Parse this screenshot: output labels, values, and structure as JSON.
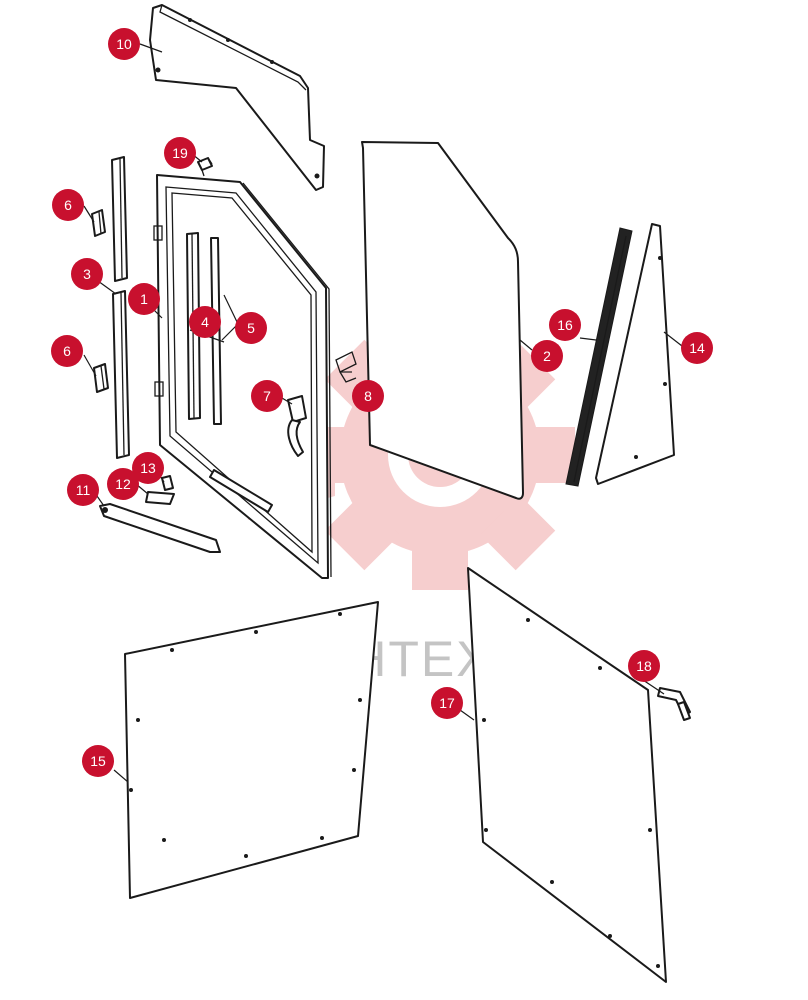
{
  "watermark": {
    "text": "ИНТЕХ",
    "gear_color": "#f5c6c6",
    "text_color": "#c4c4c4"
  },
  "callout_color": "#c8102e",
  "callouts": [
    {
      "id": "c10",
      "label": "10"
    },
    {
      "id": "c19",
      "label": "19"
    },
    {
      "id": "c6a",
      "label": "6"
    },
    {
      "id": "c3",
      "label": "3"
    },
    {
      "id": "c1",
      "label": "1"
    },
    {
      "id": "c4",
      "label": "4"
    },
    {
      "id": "c5",
      "label": "5"
    },
    {
      "id": "c6b",
      "label": "6"
    },
    {
      "id": "c7",
      "label": "7"
    },
    {
      "id": "c8",
      "label": "8"
    },
    {
      "id": "c2",
      "label": "2"
    },
    {
      "id": "c16",
      "label": "16"
    },
    {
      "id": "c14",
      "label": "14"
    },
    {
      "id": "c11",
      "label": "11"
    },
    {
      "id": "c12",
      "label": "12"
    },
    {
      "id": "c13",
      "label": "13"
    },
    {
      "id": "c18",
      "label": "18"
    },
    {
      "id": "c17",
      "label": "17"
    },
    {
      "id": "c15",
      "label": "15"
    }
  ]
}
